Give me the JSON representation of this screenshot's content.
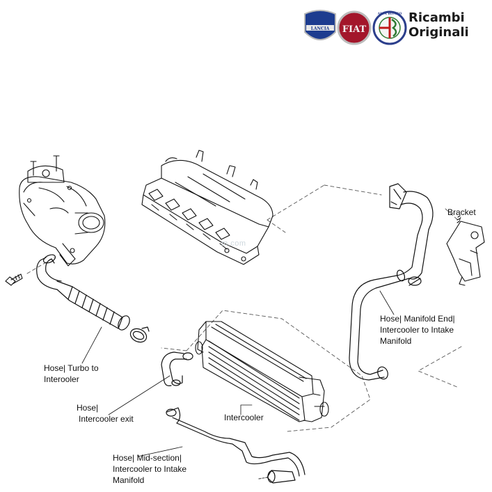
{
  "brand": {
    "title_line1": "Ricambi",
    "title_line2": "Originali",
    "badges": [
      {
        "icon": "lancia-shield-icon",
        "text": "LANCIA",
        "color": "#1d3c8f"
      },
      {
        "icon": "fiat-badge-icon",
        "text": "FIAT",
        "color": "#a3162b"
      },
      {
        "icon": "alfa-romeo-roundel-icon",
        "text": "ALFA ROMEO",
        "color": "#2e7a32"
      }
    ]
  },
  "watermark": "m.com",
  "labels": {
    "turbo_hose": [
      "Hose| Turbo to",
      "Interooler"
    ],
    "intercooler_exit": [
      "Hose|",
      "Intercooler exit"
    ],
    "intercooler": [
      "Intercooler"
    ],
    "mid_section": [
      "Hose| Mid-section|",
      "Intercooler to Intake",
      "Manifold"
    ],
    "manifold_end": [
      "Hose| Manifold End|",
      "Intercooler to Intake",
      "Manifold"
    ],
    "bracket": [
      "Bracket"
    ]
  },
  "colors": {
    "line": "#111111",
    "dash": "#555555"
  }
}
